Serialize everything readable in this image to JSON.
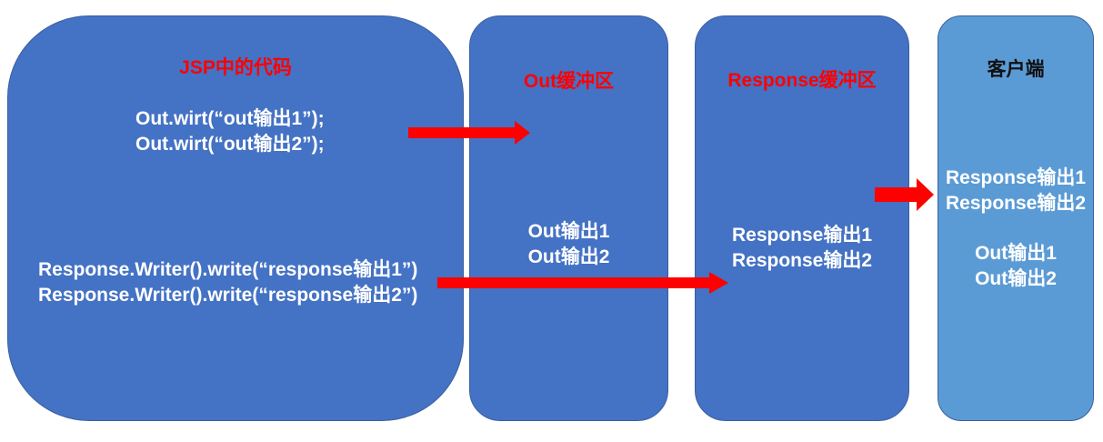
{
  "jsp": {
    "title": "JSP中的代码",
    "code": [
      "Out.wirt(“out输出1”);",
      "Out.wirt(“out输出2”);",
      "Response.Writer().write(“response输出1”)",
      "Response.Writer().write(“response输出2”)"
    ]
  },
  "out_buffer": {
    "title": "Out缓冲区",
    "lines": [
      "Out输出1",
      "Out输出2"
    ]
  },
  "response_buffer": {
    "title": "Response缓冲区",
    "lines": [
      "Response输出1",
      "Response输出2"
    ]
  },
  "client": {
    "title": "客户端",
    "lines": [
      "Response输出1",
      "Response输出2",
      "Out输出1",
      "Out输出2"
    ]
  },
  "colors": {
    "box_fill": "#4472c4",
    "client_fill": "#5b9bd5",
    "arrow": "#ff0000",
    "title_red": "#ff0000",
    "text": "#ffffff"
  }
}
